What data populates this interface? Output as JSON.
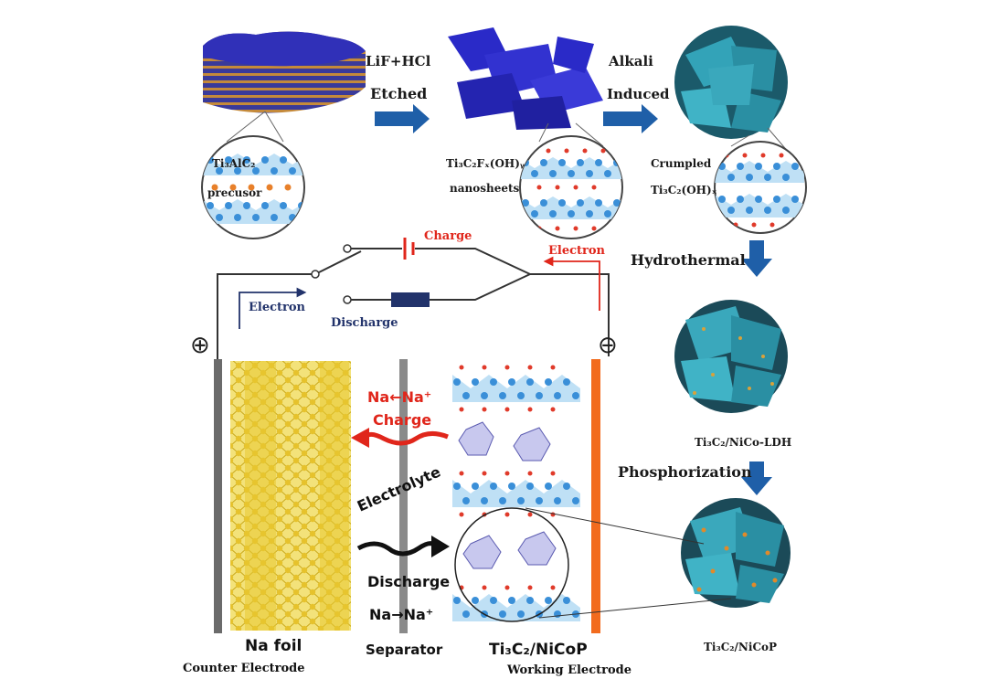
{
  "synthesis": {
    "step1_reagent": "LiF+HCl",
    "step1_action": "Etched",
    "step2_reagent": "Alkali",
    "step2_action": "Induced",
    "step3_action": "Hydrothermal",
    "step4_action": "Phosphorization",
    "material_1_line1": "Ti₃AlC₂",
    "material_1_line2": "precusor",
    "material_2_line1": "Ti₃C₂Fₓ(OH)ᵧ",
    "material_2_line2": "nanosheets",
    "material_3_line1": "Crumpled",
    "material_3_line2": "Ti₃C₂(OH)ₓ",
    "material_4": "Ti₃C₂/NiCo-LDH",
    "material_5": "Ti₃C₂/NiCoP"
  },
  "battery": {
    "charge_label": "Charge",
    "discharge_label": "Discharge",
    "electron_left": "Electron",
    "electron_right": "Electron",
    "plus_symbol": "⊕",
    "minus_symbol": "⊖",
    "na_charge_reaction": "Na←Na⁺",
    "charge_arrow_label": "Charge",
    "electrolyte_label": "Electrolyte",
    "discharge_arrow_label": "Discharge",
    "na_discharge_reaction": "Na→Na⁺",
    "na_foil_label": "Na foil",
    "counter_electrode_label": "Counter Electrode",
    "separator_label": "Separator",
    "working_material_label": "Ti₃C₂/NiCoP",
    "working_electrode_label": "Working Electrode"
  },
  "colors": {
    "arrow_blue": "#1f5fa8",
    "charge_red": "#e0261b",
    "working_orange": "#f26b1d",
    "counter_gray": "#6b6b6b",
    "na_gold": "#e8c832",
    "flake_blue": "#2a2ac8",
    "flake_teal": "#2a8fa3",
    "atom_blue": "#3a8fd8",
    "atom_red": "#e03a2a",
    "circuit_navy": "#22336b"
  }
}
